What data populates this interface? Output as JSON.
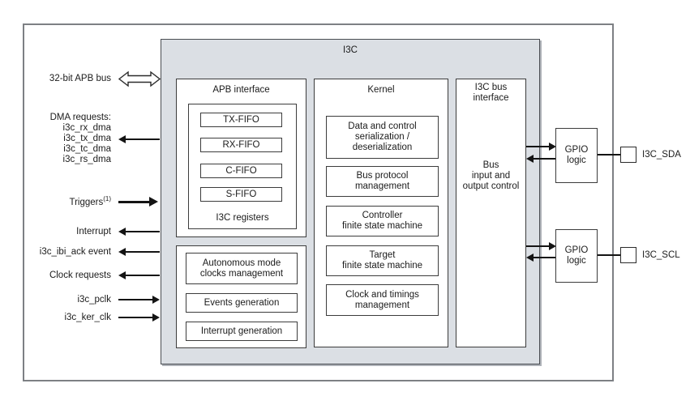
{
  "diagram": {
    "block_title": "I3C",
    "left_signals": {
      "apb_bus": "32-bit APB bus",
      "dma_header": "DMA requests:",
      "dma_lines": [
        "i3c_rx_dma",
        "i3c_tx_dma",
        "i3c_tc_dma",
        "i3c_rs_dma"
      ],
      "triggers": "Triggers",
      "triggers_sup": "(1)",
      "interrupt": "Interrupt",
      "ibi_ack": "i3c_ibi_ack event",
      "clock_requests": "Clock requests",
      "pclk": "i3c_pclk",
      "ker_clk": "i3c_ker_clk"
    },
    "apb_interface": {
      "title": "APB interface",
      "fifos": [
        "TX-FIFO",
        "RX-FIFO",
        "C-FIFO",
        "S-FIFO"
      ],
      "registers_label": "I3C registers",
      "support_blocks": [
        "Autonomous mode\nclocks management",
        "Events generation",
        "Interrupt generation"
      ]
    },
    "kernel": {
      "title": "Kernel",
      "blocks": [
        "Data and control\nserialization /\ndeserialization",
        "Bus protocol\nmanagement",
        "Controller\nfinite state machine",
        "Target\nfinite state machine",
        "Clock and timings\nmanagement"
      ]
    },
    "bus_interface": {
      "title": "I3C bus\ninterface",
      "body": "Bus\ninput and\noutput control"
    },
    "gpio_blocks": [
      {
        "label": "GPIO\nlogic",
        "pin_label": "I3C_SDA"
      },
      {
        "label": "GPIO\nlogic",
        "pin_label": "I3C_SCL"
      }
    ],
    "colors": {
      "block_fill": "#dbdfe4",
      "box_border": "#3c3c3c",
      "outer_border": "#7d8084",
      "arrow": "#141414"
    }
  }
}
